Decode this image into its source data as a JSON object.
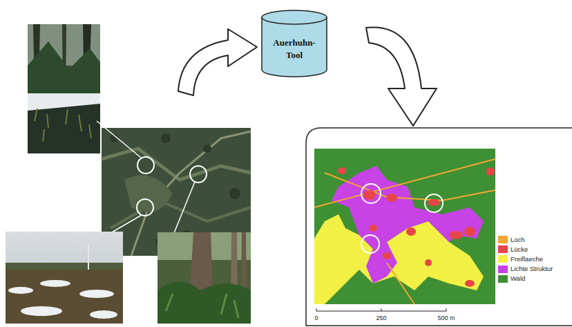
{
  "diagram": {
    "nodes": [
      {
        "text": [
          "Auerhuhn- Tool"
        ]
      }
    ],
    "labels": [
      "0",
      "250",
      "500 m"
    ],
    "legend": [
      {
        "text": "Loch",
        "color": "#f0a830"
      },
      {
        "text": "Lücke",
        "color": "#e8454a"
      },
      {
        "text": "Freiflaeche",
        "color": "#f2f044"
      },
      {
        "text": "Lichte Struktur",
        "color": "#c743e6"
      },
      {
        "text": "Wald",
        "color": "#3f8f35"
      }
    ]
  }
}
